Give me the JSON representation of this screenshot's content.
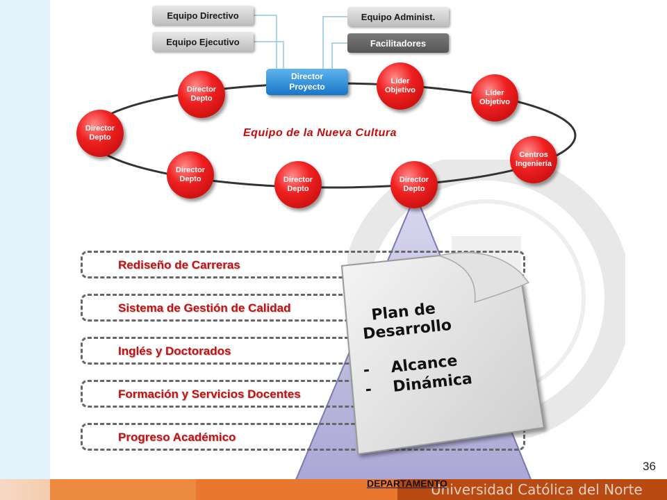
{
  "top_boxes": {
    "equipo_directivo": "Equipo Directivo",
    "equipo_ejecutivo": "Equipo Ejecutivo",
    "equipo_administ": "Equipo Administ.",
    "facilitadores": "Facilitadores"
  },
  "director_proyecto": {
    "line1": "Director",
    "line2": "Proyecto"
  },
  "ellipse_label": "Equipo de la Nueva Cultura",
  "nodes": [
    {
      "id": "n1",
      "line1": "Director",
      "line2": "Depto"
    },
    {
      "id": "n2",
      "line1": "Director",
      "line2": "Depto"
    },
    {
      "id": "n3",
      "line1": "Director",
      "line2": "Depto"
    },
    {
      "id": "n4",
      "line1": "Director",
      "line2": "Depto"
    },
    {
      "id": "n5",
      "line1": "Director",
      "line2": "Depto"
    },
    {
      "id": "n6",
      "line1": "Líder",
      "line2": "Objetivo"
    },
    {
      "id": "n7",
      "line1": "Líder",
      "line2": "Objetivo"
    },
    {
      "id": "n8",
      "line1": "Centros",
      "line2": "Ingeniería"
    }
  ],
  "rows": [
    "Rediseño de Carreras",
    "Sistema de Gestión de Calidad",
    "Inglés y Doctorados",
    "Formación y Servicios Docentes",
    "Progreso Académico"
  ],
  "document": {
    "title1": "Plan de",
    "title2": "Desarrollo",
    "item1": "Alcance",
    "item2": "Dinámica",
    "dash": "-"
  },
  "departamento": "DEPARTAMENTO",
  "page_number": "36",
  "footer_text": "Universidad Católica del Norte",
  "colors": {
    "accent_red": "#e01515",
    "blue": "#1976c8",
    "orange": "#e8702a"
  }
}
